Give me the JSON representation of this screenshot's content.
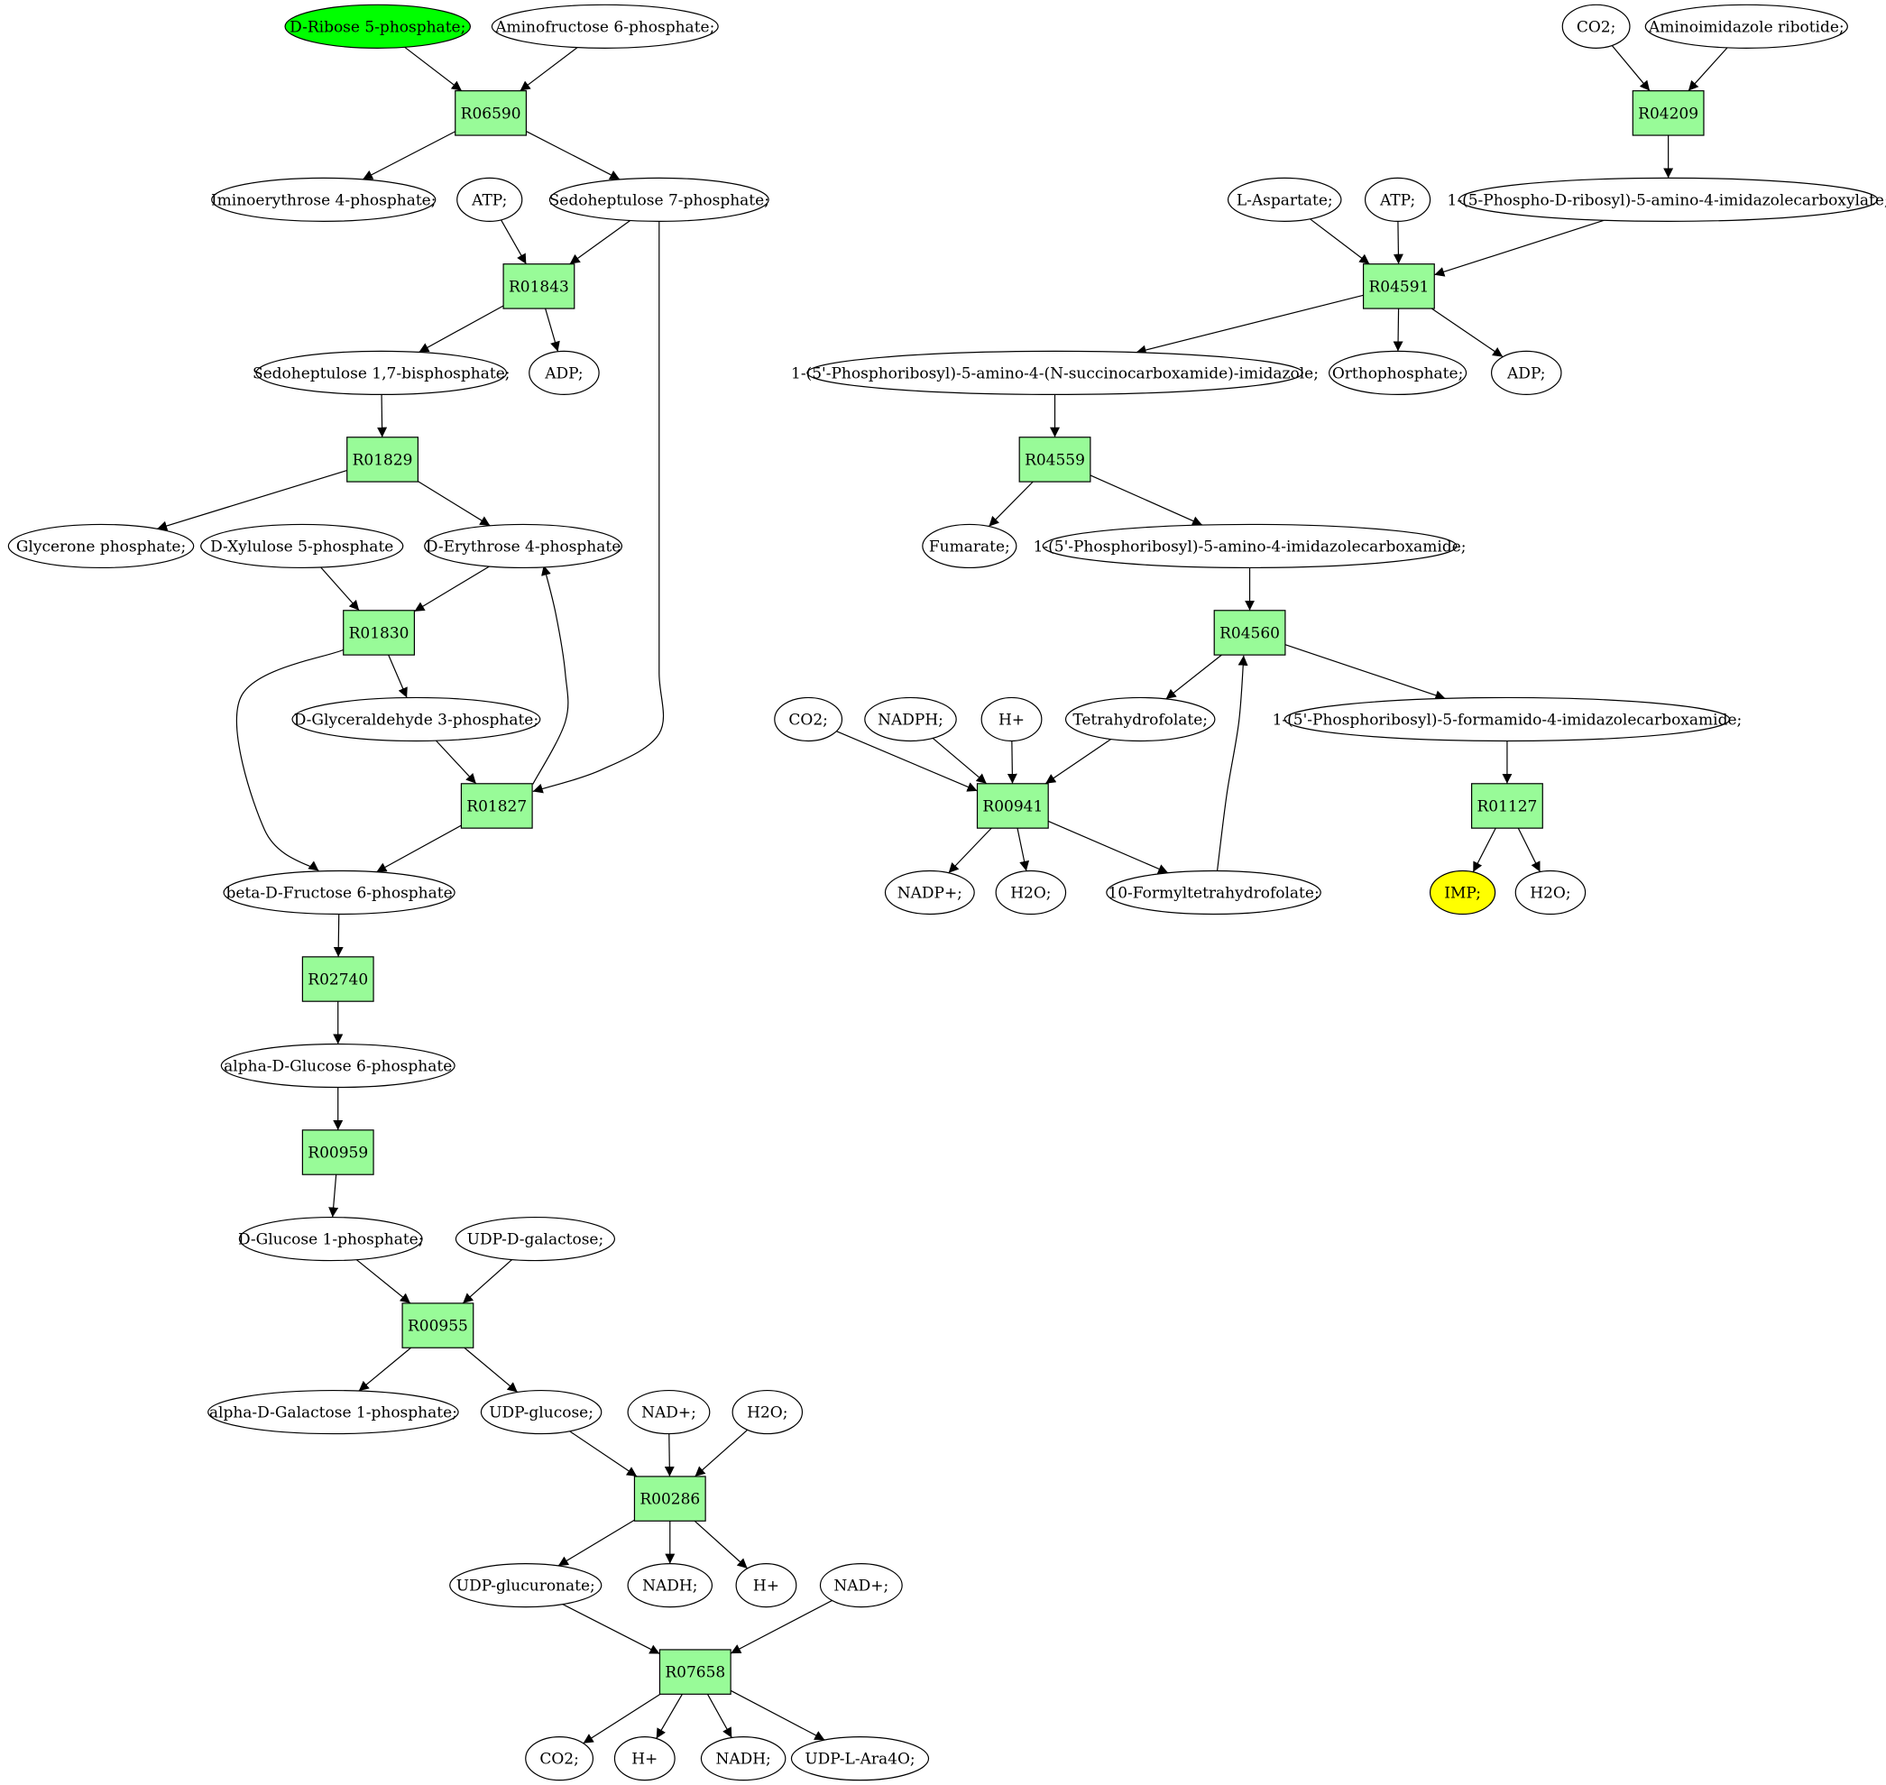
{
  "colors": {
    "reaction_fill": "#98fb98",
    "metabolite_fill": "#ffffff",
    "start_fill": "#00ff00",
    "target_fill": "#ffff00",
    "stroke": "#000000"
  },
  "reactions": [
    {
      "id": "R06590",
      "label": "R06590"
    },
    {
      "id": "R01843",
      "label": "R01843"
    },
    {
      "id": "R01829",
      "label": "R01829"
    },
    {
      "id": "R01830",
      "label": "R01830"
    },
    {
      "id": "R01827",
      "label": "R01827"
    },
    {
      "id": "R02740",
      "label": "R02740"
    },
    {
      "id": "R00959",
      "label": "R00959"
    },
    {
      "id": "R00955",
      "label": "R00955"
    },
    {
      "id": "R00286",
      "label": "R00286"
    },
    {
      "id": "R07658",
      "label": "R07658"
    },
    {
      "id": "R04209",
      "label": "R04209"
    },
    {
      "id": "R04591",
      "label": "R04591"
    },
    {
      "id": "R04559",
      "label": "R04559"
    },
    {
      "id": "R04560",
      "label": "R04560"
    },
    {
      "id": "R00941",
      "label": "R00941"
    },
    {
      "id": "R01127",
      "label": "R01127"
    }
  ],
  "metabolites": [
    {
      "id": "m_ribose5p",
      "label": "D-Ribose 5-phosphate;",
      "role": "start"
    },
    {
      "id": "m_aminofructose6p",
      "label": "Aminofructose 6-phosphate;"
    },
    {
      "id": "m_iminoerythrose4p",
      "label": "Iminoerythrose 4-phosphate;"
    },
    {
      "id": "m_atp1",
      "label": "ATP;"
    },
    {
      "id": "m_sedoheptulose7p",
      "label": "Sedoheptulose 7-phosphate;"
    },
    {
      "id": "m_sedoheptulose17bp",
      "label": "Sedoheptulose 1,7-bisphosphate;"
    },
    {
      "id": "m_adp1",
      "label": "ADP;"
    },
    {
      "id": "m_glyceronep",
      "label": "Glycerone phosphate;"
    },
    {
      "id": "m_xylulose5p",
      "label": "D-Xylulose 5-phosphate"
    },
    {
      "id": "m_erythrose4p",
      "label": "D-Erythrose 4-phosphate"
    },
    {
      "id": "m_glyceraldehyde3p",
      "label": "D-Glyceraldehyde 3-phosphate;"
    },
    {
      "id": "m_fructose6p",
      "label": "beta-D-Fructose 6-phosphate"
    },
    {
      "id": "m_glucose6p",
      "label": "alpha-D-Glucose 6-phosphate"
    },
    {
      "id": "m_glucose1p",
      "label": "D-Glucose 1-phosphate;"
    },
    {
      "id": "m_udpgalactose",
      "label": "UDP-D-galactose;"
    },
    {
      "id": "m_galactose1p",
      "label": "alpha-D-Galactose 1-phosphate;"
    },
    {
      "id": "m_udpglucose",
      "label": "UDP-glucose;"
    },
    {
      "id": "m_nadp_plus1",
      "label": "NAD+;"
    },
    {
      "id": "m_h2o1",
      "label": "H2O;"
    },
    {
      "id": "m_udpglucuronate",
      "label": "UDP-glucuronate;"
    },
    {
      "id": "m_nadh1",
      "label": "NADH;"
    },
    {
      "id": "m_hplus1",
      "label": "H+"
    },
    {
      "id": "m_nad2",
      "label": "NAD+;"
    },
    {
      "id": "m_co2_b",
      "label": "CO2;"
    },
    {
      "id": "m_hplus2",
      "label": "H+"
    },
    {
      "id": "m_nadh2",
      "label": "NADH;"
    },
    {
      "id": "m_udpara4o",
      "label": "UDP-L-Ara4O;"
    },
    {
      "id": "m_co2_a",
      "label": "CO2;"
    },
    {
      "id": "m_air",
      "label": "Aminoimidazole ribotide;"
    },
    {
      "id": "m_cair",
      "label": "1-(5-Phospho-D-ribosyl)-5-amino-4-imidazolecarboxylate;"
    },
    {
      "id": "m_aspartate",
      "label": "L-Aspartate;"
    },
    {
      "id": "m_atp2",
      "label": "ATP;"
    },
    {
      "id": "m_saicar",
      "label": "1-(5'-Phosphoribosyl)-5-amino-4-(N-succinocarboxamide)-imidazole;"
    },
    {
      "id": "m_orthophosphate",
      "label": "Orthophosphate;"
    },
    {
      "id": "m_adp2",
      "label": "ADP;"
    },
    {
      "id": "m_fumarate",
      "label": "Fumarate;"
    },
    {
      "id": "m_aicar",
      "label": "1-(5'-Phosphoribosyl)-5-amino-4-imidazolecarboxamide;"
    },
    {
      "id": "m_co2_c",
      "label": "CO2;"
    },
    {
      "id": "m_nadph",
      "label": "NADPH;"
    },
    {
      "id": "m_hplus3",
      "label": "H+"
    },
    {
      "id": "m_thf",
      "label": "Tetrahydrofolate;"
    },
    {
      "id": "m_faicar",
      "label": "1-(5'-Phosphoribosyl)-5-formamido-4-imidazolecarboxamide;"
    },
    {
      "id": "m_nadp_plus",
      "label": "NADP+;"
    },
    {
      "id": "m_h2o2",
      "label": "H2O;"
    },
    {
      "id": "m_formylthf",
      "label": "10-Formyltetrahydrofolate;"
    },
    {
      "id": "m_imp",
      "label": "IMP;",
      "role": "target"
    },
    {
      "id": "m_h2o3",
      "label": "H2O;"
    }
  ],
  "edges": [
    [
      "m_ribose5p",
      "R06590"
    ],
    [
      "m_aminofructose6p",
      "R06590"
    ],
    [
      "R06590",
      "m_iminoerythrose4p"
    ],
    [
      "R06590",
      "m_sedoheptulose7p"
    ],
    [
      "m_atp1",
      "R01843"
    ],
    [
      "m_sedoheptulose7p",
      "R01843"
    ],
    [
      "R01843",
      "m_sedoheptulose17bp"
    ],
    [
      "R01843",
      "m_adp1"
    ],
    [
      "m_sedoheptulose17bp",
      "R01829"
    ],
    [
      "R01829",
      "m_glyceronep"
    ],
    [
      "R01829",
      "m_erythrose4p"
    ],
    [
      "m_xylulose5p",
      "R01830"
    ],
    [
      "m_erythrose4p",
      "R01830"
    ],
    [
      "R01830",
      "m_glyceraldehyde3p"
    ],
    [
      "R01830",
      "m_fructose6p"
    ],
    [
      "m_glyceraldehyde3p",
      "R01827"
    ],
    [
      "m_sedoheptulose7p",
      "R01827"
    ],
    [
      "R01827",
      "m_erythrose4p"
    ],
    [
      "R01827",
      "m_fructose6p"
    ],
    [
      "m_fructose6p",
      "R02740"
    ],
    [
      "R02740",
      "m_glucose6p"
    ],
    [
      "m_glucose6p",
      "R00959"
    ],
    [
      "R00959",
      "m_glucose1p"
    ],
    [
      "m_glucose1p",
      "R00955"
    ],
    [
      "m_udpgalactose",
      "R00955"
    ],
    [
      "R00955",
      "m_galactose1p"
    ],
    [
      "R00955",
      "m_udpglucose"
    ],
    [
      "m_udpglucose",
      "R00286"
    ],
    [
      "m_nadp_plus1",
      "R00286"
    ],
    [
      "m_h2o1",
      "R00286"
    ],
    [
      "R00286",
      "m_udpglucuronate"
    ],
    [
      "R00286",
      "m_nadh1"
    ],
    [
      "R00286",
      "m_hplus1"
    ],
    [
      "m_udpglucuronate",
      "R07658"
    ],
    [
      "m_nad2",
      "R07658"
    ],
    [
      "R07658",
      "m_co2_b"
    ],
    [
      "R07658",
      "m_hplus2"
    ],
    [
      "R07658",
      "m_nadh2"
    ],
    [
      "R07658",
      "m_udpara4o"
    ],
    [
      "m_co2_a",
      "R04209"
    ],
    [
      "m_air",
      "R04209"
    ],
    [
      "R04209",
      "m_cair"
    ],
    [
      "m_aspartate",
      "R04591"
    ],
    [
      "m_atp2",
      "R04591"
    ],
    [
      "m_cair",
      "R04591"
    ],
    [
      "R04591",
      "m_saicar"
    ],
    [
      "R04591",
      "m_orthophosphate"
    ],
    [
      "R04591",
      "m_adp2"
    ],
    [
      "m_saicar",
      "R04559"
    ],
    [
      "R04559",
      "m_fumarate"
    ],
    [
      "R04559",
      "m_aicar"
    ],
    [
      "m_aicar",
      "R04560"
    ],
    [
      "m_formylthf",
      "R04560"
    ],
    [
      "R04560",
      "m_thf"
    ],
    [
      "R04560",
      "m_faicar"
    ],
    [
      "m_co2_c",
      "R00941"
    ],
    [
      "m_nadph",
      "R00941"
    ],
    [
      "m_hplus3",
      "R00941"
    ],
    [
      "m_thf",
      "R00941"
    ],
    [
      "R00941",
      "m_nadp_plus"
    ],
    [
      "R00941",
      "m_h2o2"
    ],
    [
      "R00941",
      "m_formylthf"
    ],
    [
      "m_faicar",
      "R01127"
    ],
    [
      "R01127",
      "m_imp"
    ],
    [
      "R01127",
      "m_h2o3"
    ]
  ]
}
